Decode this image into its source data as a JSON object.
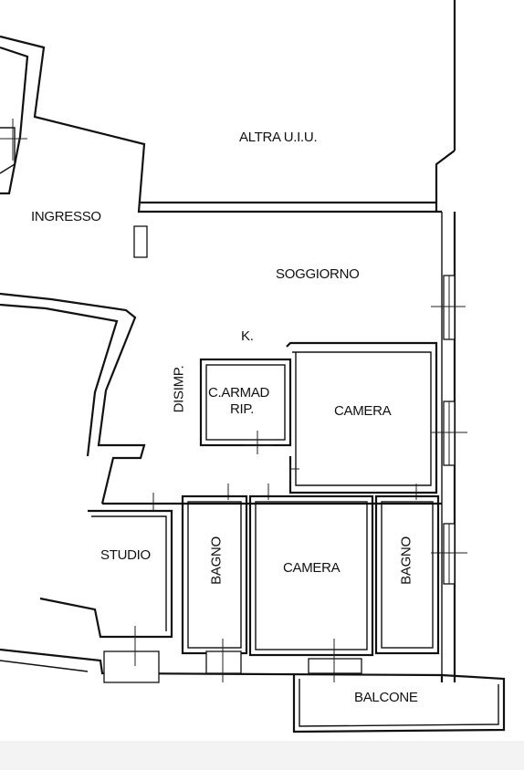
{
  "floorplan": {
    "rooms": {
      "altra_uiu": "ALTRA U.I.U.",
      "ingresso": "INGRESSO",
      "soggiorno": "SOGGIORNO",
      "k": "K.",
      "disimp": "DISIMP.",
      "c_armad": "C.ARMAD",
      "rip": "RIP.",
      "camera_1": "CAMERA",
      "studio": "STUDIO",
      "bagno_1": "BAGNO",
      "camera_2": "CAMERA",
      "bagno_2": "BAGNO",
      "balcone": "BALCONE"
    }
  },
  "colors": {
    "walls": "#111111",
    "background": "#ffffff",
    "bottom_band": "#f3f3f3"
  }
}
